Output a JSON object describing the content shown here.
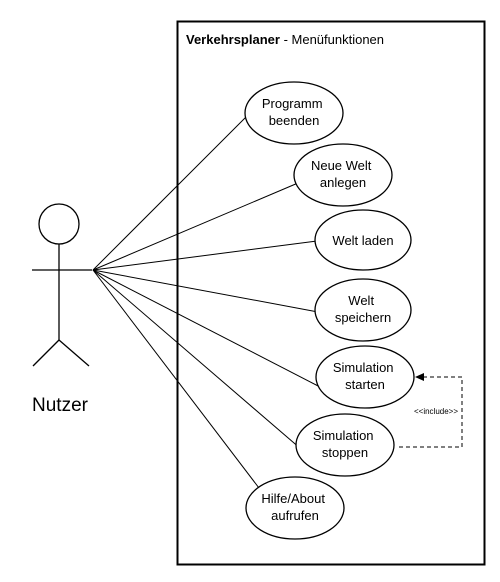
{
  "system": {
    "title_bold": "Verkehrsplaner",
    "title_rest": " - Menüfunktionen"
  },
  "actor": {
    "label": "Nutzer"
  },
  "use_cases": [
    {
      "line1": "Programm",
      "line2": "beenden"
    },
    {
      "line1": "Neue Welt",
      "line2": "anlegen"
    },
    {
      "line1": "Welt laden",
      "line2": ""
    },
    {
      "line1": "Welt",
      "line2": "speichern"
    },
    {
      "line1": "Simulation",
      "line2": "starten"
    },
    {
      "line1": "Simulation",
      "line2": "stoppen"
    },
    {
      "line1": "Hilfe/About",
      "line2": "aufrufen"
    }
  ],
  "include_relation": {
    "label": "<<include>>"
  }
}
